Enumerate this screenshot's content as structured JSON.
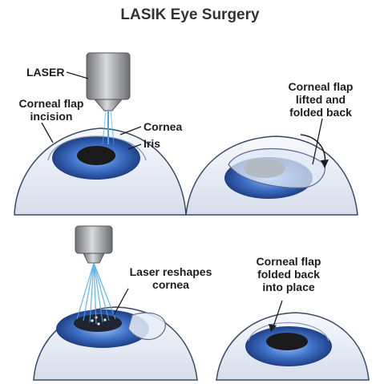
{
  "title": "LASIK Eye Surgery",
  "panels": [
    {
      "labels": {
        "laser": "LASER",
        "incision_1": "Corneal flap",
        "incision_2": "incision",
        "cornea": "Cornea",
        "iris": "Iris"
      }
    },
    {
      "labels": {
        "line_1": "Corneal flap",
        "line_2": "lifted and",
        "line_3": "folded back"
      }
    },
    {
      "labels": {
        "line_1": "Laser reshapes",
        "line_2": "cornea"
      }
    },
    {
      "labels": {
        "line_1": "Corneal flap",
        "line_2": "folded back",
        "line_3": "into place"
      }
    }
  ],
  "colors": {
    "iris": "#2f5fb3",
    "pupil": "#1a1a1a",
    "sclera": "#eef3fb",
    "outline": "#3a4a66",
    "laser_beam": "#4aa8e8",
    "device": "#8d9094"
  }
}
